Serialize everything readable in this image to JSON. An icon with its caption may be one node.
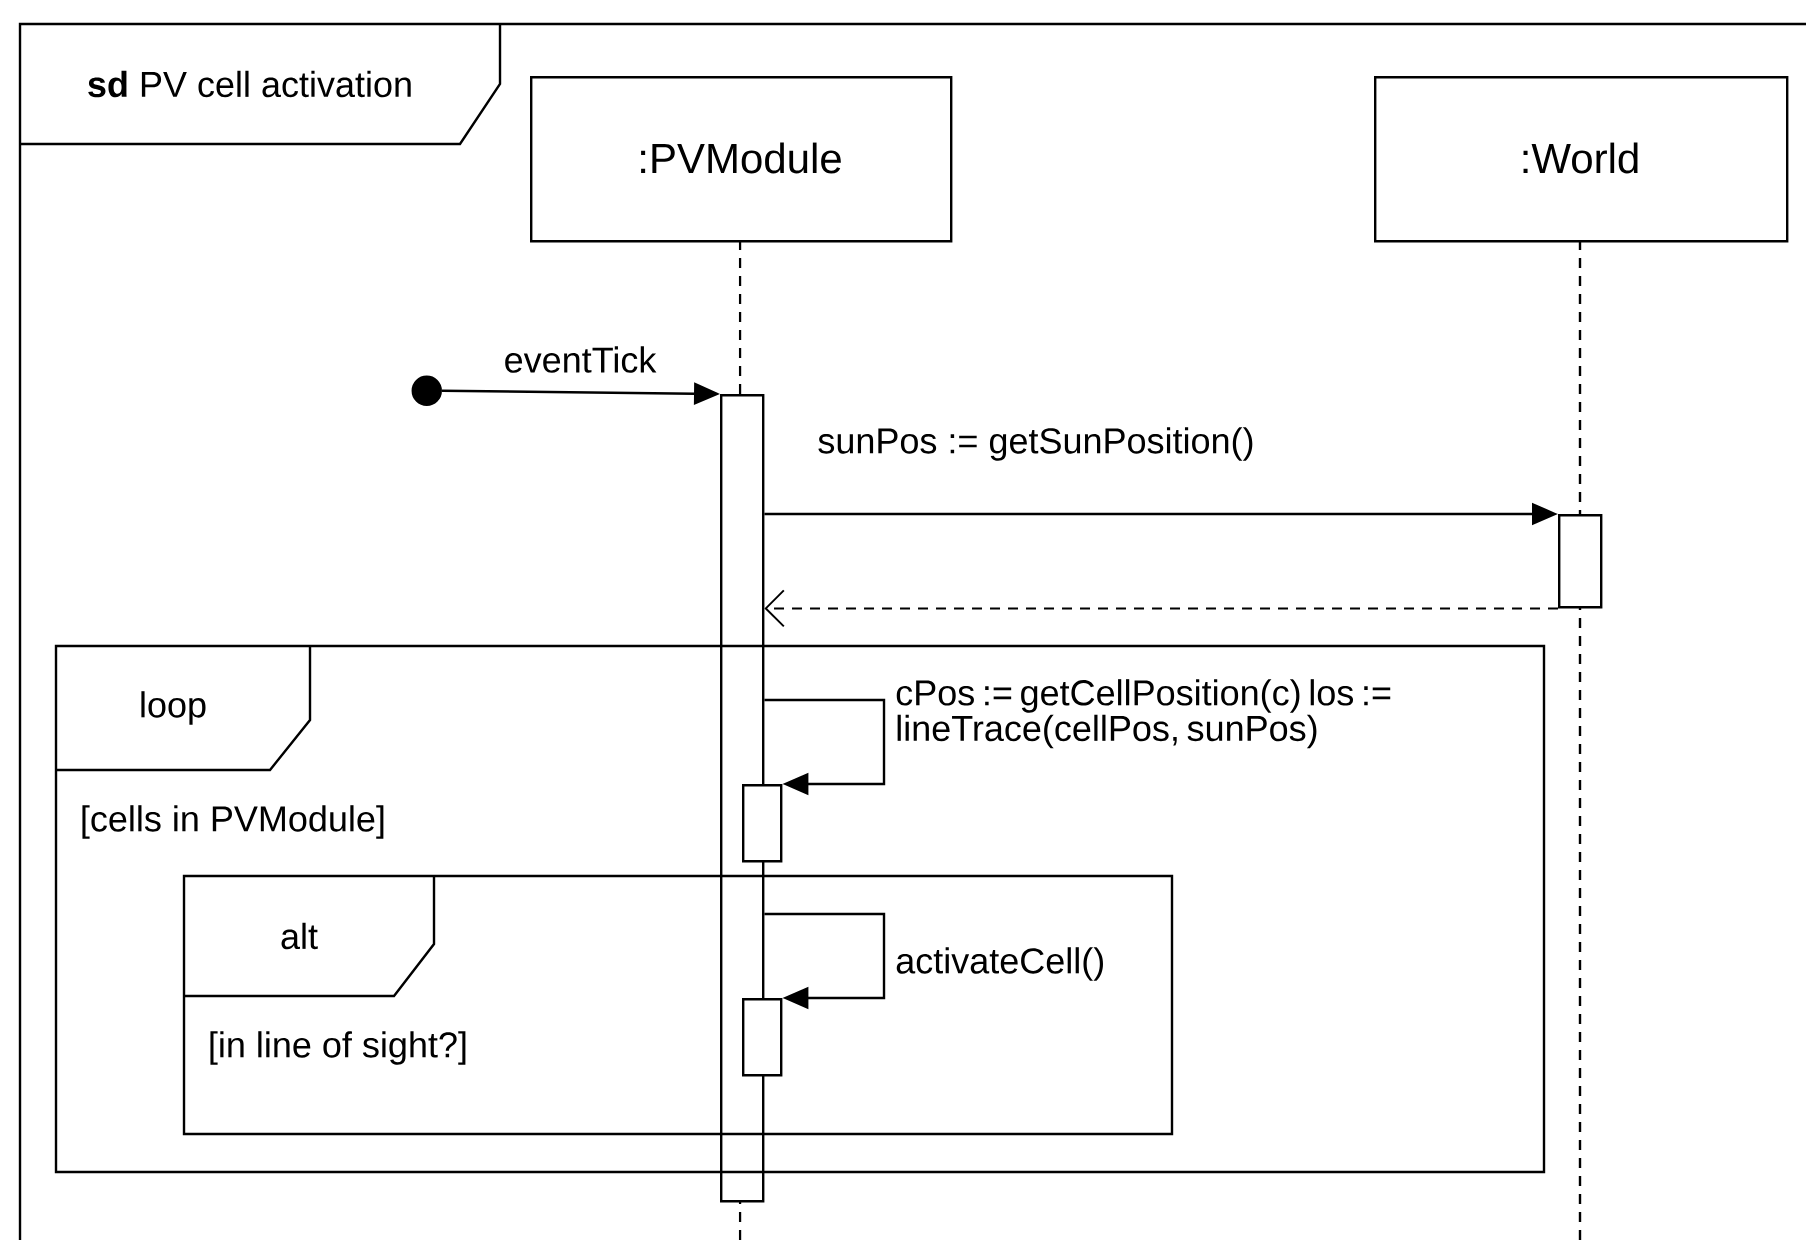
{
  "diagram": {
    "nodes": [
      {
        "text": [
          "**sd** PV cell activation"
        ]
      },
      {
        "text": [
          ":PVModule"
        ],
        "in": 0
      },
      {
        "text": [
          ":World"
        ],
        "in": 0
      },
      {
        "text": [],
        "shape": "circle",
        "in": 0
      },
      {
        "text": [],
        "shape": "bar",
        "in": 0
      },
      {
        "text": [],
        "shape": "bar",
        "in": 0
      },
      {
        "text": [
          "loop",
          "[cells in PVModule]"
        ],
        "in": 0
      },
      {
        "text": [],
        "shape": "bar",
        "in": 6
      },
      {
        "text": [
          "alt",
          "[in line of sight?]"
        ],
        "in": 6
      },
      {
        "text": [],
        "shape": "bar",
        "in": 8
      }
    ],
    "edges": [
      {
        "from": 3,
        "to": 4,
        "arrow": "to",
        "label": "eventTick"
      },
      {
        "from": 4,
        "to": 5,
        "arrow": "to",
        "label": "sunPos := getSunPosition()"
      },
      {
        "from": 5,
        "to": 4,
        "arrow": "to",
        "style": "dashed"
      },
      {
        "from": 4,
        "to": 7,
        "arrow": "to",
        "label": "cPos := getCellPosition(c) los := lineTrace(cellPos, sunPos)"
      },
      {
        "from": 4,
        "to": 9,
        "arrow": "to",
        "label": "activateCell()"
      }
    ]
  }
}
